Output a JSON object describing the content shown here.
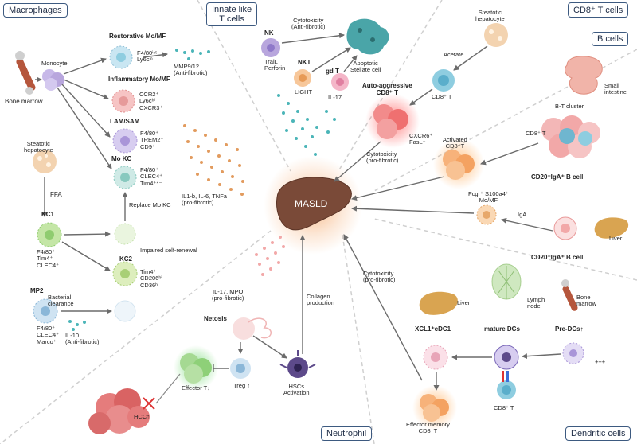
{
  "panels": {
    "macrophages": "Macrophages",
    "innate_t": "Innate like\nT cells",
    "cd8": "CD8⁺ T cells",
    "bcells": "B cells",
    "neutrophil": "Neutrophil",
    "dendritic": "Dendritic cells"
  },
  "center": "MASLD",
  "macrophages": {
    "bone_marrow": "Bone marrow",
    "monocyte": "Monocyte",
    "restorative_title": "Restorative Mo/MF",
    "restorative_markers": "F4/80ⁱⁿᵗ\nLy6cˡᵒ",
    "mmp": "MMP9/12\n(Anti-fibrotic)",
    "inflammatory_title": "Inflammatory Mo/MF",
    "inflammatory_markers": "CCR2⁺\nLy6cʰⁱ\nCXCR3⁺",
    "lam_title": "LAM/SAM",
    "lam_markers": "F4/80⁺\nTREM2⁺\nCD9⁺",
    "mokc_title": "Mo KC",
    "mokc_markers": "F4/80⁺\nCLEC4⁺\nTim4⁺ᐟ⁻",
    "cytokines": "IL1-b, IL-6, TNFa\n(pro-fibrotic)",
    "steatotic": "Steatotic\nhepatocyte",
    "ffa": "FFA",
    "kc1_title": "KC1",
    "kc1_markers": "F4/80⁺\nTim4⁺\nCLEC4⁺",
    "replace": "Replace Mo KC",
    "impaired": "Impaired self-renewal",
    "kc2_title": "KC2",
    "kc2_markers": "Tim4⁺\nCD206ʰⁱ\nCD36ʰⁱ",
    "mp2_title": "MP2",
    "mp2_markers": "F4/80⁺\nCLEC4⁺\nMarco⁺",
    "bacterial": "Bacterial\nclearance",
    "il10": "IL-10\n(Anti-fibrotic)"
  },
  "innate": {
    "nk": "NK",
    "nk_markers": "TraiL\nPerforin",
    "cytotox_anti": "Cytotoxicity\n(Anti-fibrotic)",
    "nkt": "NKT",
    "light": "LIGHT",
    "gdt": "gd T",
    "il17": "IL-17",
    "apoptotic": "Apoptotic\nStellate cell"
  },
  "cd8": {
    "steatotic": "Steatotic\nhepatocyte",
    "acetate": "Acetate",
    "cd8t": "CD8⁺ T",
    "auto_title": "Auto-aggressive\nCD8⁺ T",
    "auto_markers": "CXCR6⁺\nFasL⁺",
    "cytotox_pro": "Cytotoxicity\n(pro-fibrotic)"
  },
  "bcells": {
    "small_intestine": "Small\nintestine",
    "bt_cluster": "B-T cluster",
    "cd8t": "CD8⁺ T",
    "activated": "Activated\nCD8⁺T",
    "cd20_1": "CD20⁺IgA⁺ B cell",
    "fcgr": "Fcgr⁺ S100a4⁺\nMo/MF",
    "iga": "IgA",
    "liver": "Liver",
    "cd20_2": "CD20⁺IgA⁺ B cell"
  },
  "neutrophil": {
    "il17_mpo": "IL-17, MPO\n(pro-fibrotic)",
    "collagen": "Collagen\nproduction",
    "netosis": "Netosis",
    "effector": "Effector T↓",
    "treg": "Treg ↑",
    "hscs": "HSCs\nActivation",
    "hcc": "HCC↑"
  },
  "dendritic": {
    "cytotox_pro": "Cytotoxicity\n(pro-fibrotic)",
    "liver": "Liver",
    "lymph": "Lymph\nnode",
    "bone_marrow": "Bone\nmarrow",
    "xcl1": "XCL1⁺cDC1",
    "mature": "mature DCs",
    "predc": "Pre-DCs↑",
    "plus": "+++",
    "cd8t": "CD8⁺ T",
    "effector_mem": "Effector memory\nCD8⁺T"
  },
  "colors": {
    "panel_border": "#3d5a80",
    "arrow": "#6b6b6b",
    "masld_liver": "#7a4a38",
    "glow": "#f4a261",
    "purple_cell": "#b8a6dd",
    "teal_dots": "#4bb5b8",
    "orange_dots": "#e29b5e",
    "pink_cell": "#f2a8a8",
    "green_cell": "#b9dfa0",
    "blue_cell": "#8ecde0"
  }
}
